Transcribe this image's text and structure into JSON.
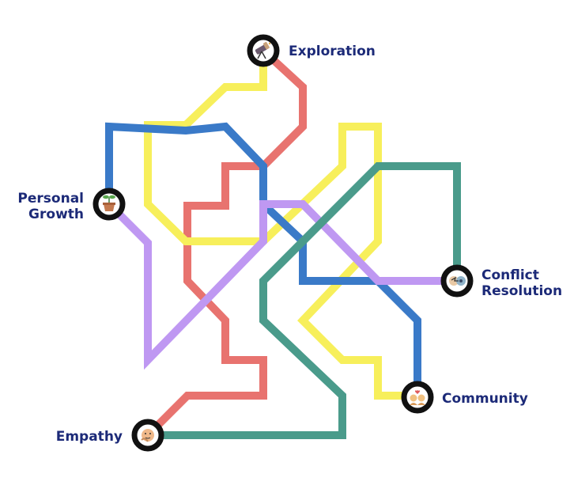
{
  "diagram": {
    "colors": {
      "red": "#e8736f",
      "yellow": "#f7ef5b",
      "blue": "#3a7ac8",
      "purple": "#bf98f2",
      "teal": "#4a9b8b",
      "label": "#1c2a78"
    },
    "stations": [
      {
        "id": "exploration",
        "label_lines": [
          "Exploration"
        ],
        "icon": "telescope-icon"
      },
      {
        "id": "personal-growth",
        "label_lines": [
          "Personal",
          "Growth"
        ],
        "icon": "sprout-pot-icon"
      },
      {
        "id": "conflict-resolution",
        "label_lines": [
          "Conflict",
          "Resolution"
        ],
        "icon": "handshake-icon"
      },
      {
        "id": "community",
        "label_lines": [
          "Community"
        ],
        "icon": "people-group-icon"
      },
      {
        "id": "empathy",
        "label_lines": [
          "Empathy"
        ],
        "icon": "caring-face-icon"
      }
    ]
  }
}
